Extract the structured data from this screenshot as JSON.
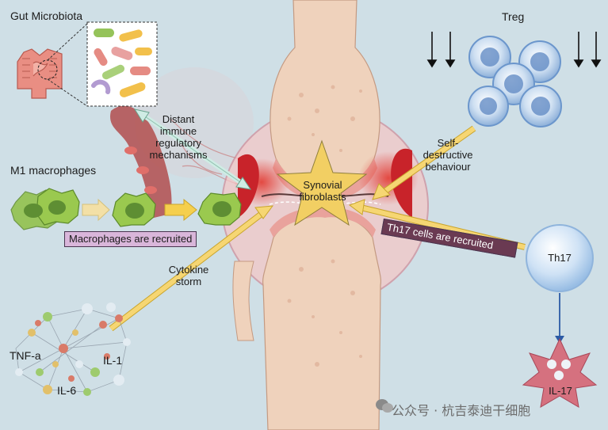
{
  "labels": {
    "gut_microbiota": "Gut Microbiota",
    "treg": "Treg",
    "distant_immune": [
      "Distant",
      "immune",
      "regulatory",
      "mechanisms"
    ],
    "self_destructive": [
      "Self-",
      "destructive",
      "behaviour"
    ],
    "m1_macrophages": "M1 macrophages",
    "synovial_fibroblasts": [
      "Synovial",
      "fibroblasts"
    ],
    "macrophages_recruited": "Macrophages are recruited",
    "th17_recruited": "Th17 cells are recruited",
    "cytokine_storm": [
      "Cytokine",
      "storm"
    ],
    "th17_cell": "Th17",
    "tnf_a": "TNF-a",
    "il1": "IL-1",
    "il6": "IL-6",
    "il17": "IL-17"
  },
  "watermark": "公众号 · 杭吉泰迪干细胞",
  "icons": [
    "intestine-icon",
    "bacteria-icon",
    "macrophage-cell-icon",
    "treg-cell-icon",
    "down-arrow-icon",
    "knee-joint-icon",
    "star-icon",
    "th17-cell-icon",
    "cytokine-network-icon",
    "il17-star-icon",
    "wechat-icon"
  ],
  "colors": {
    "background": "#cfdfe6",
    "bone": "#efd2bc",
    "cartilage": "#e9a29c",
    "inflammation": "#d8282b",
    "arrow_yellow": "#f6d673",
    "arrow_teal": "#cfece4",
    "macrophage": "#8fc045",
    "treg_cell": "#6b96cc",
    "th17_cell": "#b9d4ef",
    "il17_star": "#d5717f",
    "label_box_pink": "#d9b6da",
    "label_box_plum": "#6a3a52"
  }
}
